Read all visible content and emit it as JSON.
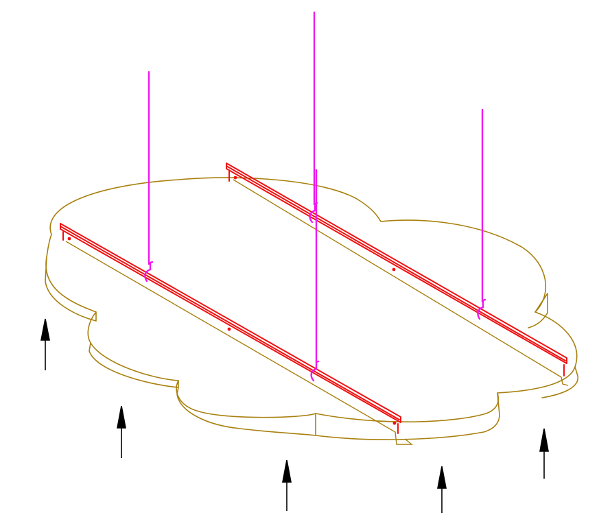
{
  "drawing": {
    "colors": {
      "panel": "#A8800F",
      "rail": "#F01010",
      "hanger": "#EE18EE",
      "arrow": "#000000",
      "background": "#FFFFFF"
    },
    "components": {
      "panel": "cloud-shaped-ceiling-panel",
      "rails": 2,
      "hangers": 4,
      "upward_arrows": 5
    }
  }
}
